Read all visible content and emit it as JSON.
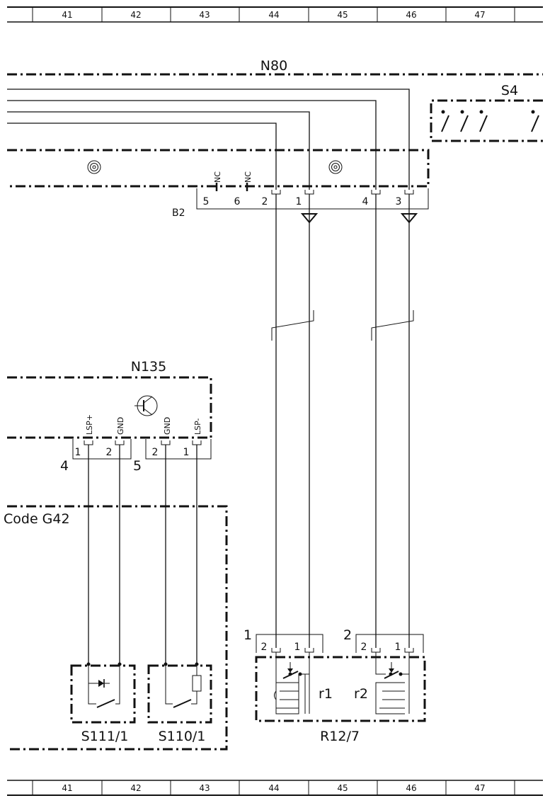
{
  "grid": {
    "top_columns": [
      "41",
      "42",
      "43",
      "44",
      "45",
      "46",
      "47"
    ],
    "bottom_columns": [
      "41",
      "42",
      "43",
      "44",
      "45",
      "46",
      "47"
    ]
  },
  "components": {
    "n80": {
      "label": "N80",
      "connector": "B2",
      "pins": [
        "5",
        "6",
        "2",
        "1",
        "4",
        "3"
      ],
      "nc_labels": [
        "NC",
        "NC"
      ]
    },
    "s4": {
      "label": "S4"
    },
    "n135": {
      "label": "N135",
      "connectors": [
        "4",
        "5"
      ],
      "pins": [
        "1",
        "2",
        "2",
        "1"
      ],
      "pin_names": [
        "LSP+",
        "GND",
        "GND",
        "LSP-"
      ]
    },
    "code_box": {
      "label": "Code G42"
    },
    "s111": {
      "label": "S111/1"
    },
    "s110": {
      "label": "S110/1"
    },
    "r12": {
      "label": "R12/7",
      "connectors": [
        "1",
        "2"
      ],
      "pins": [
        "2",
        "1",
        "2",
        "1"
      ],
      "elements": [
        "r1",
        "r2"
      ]
    }
  }
}
